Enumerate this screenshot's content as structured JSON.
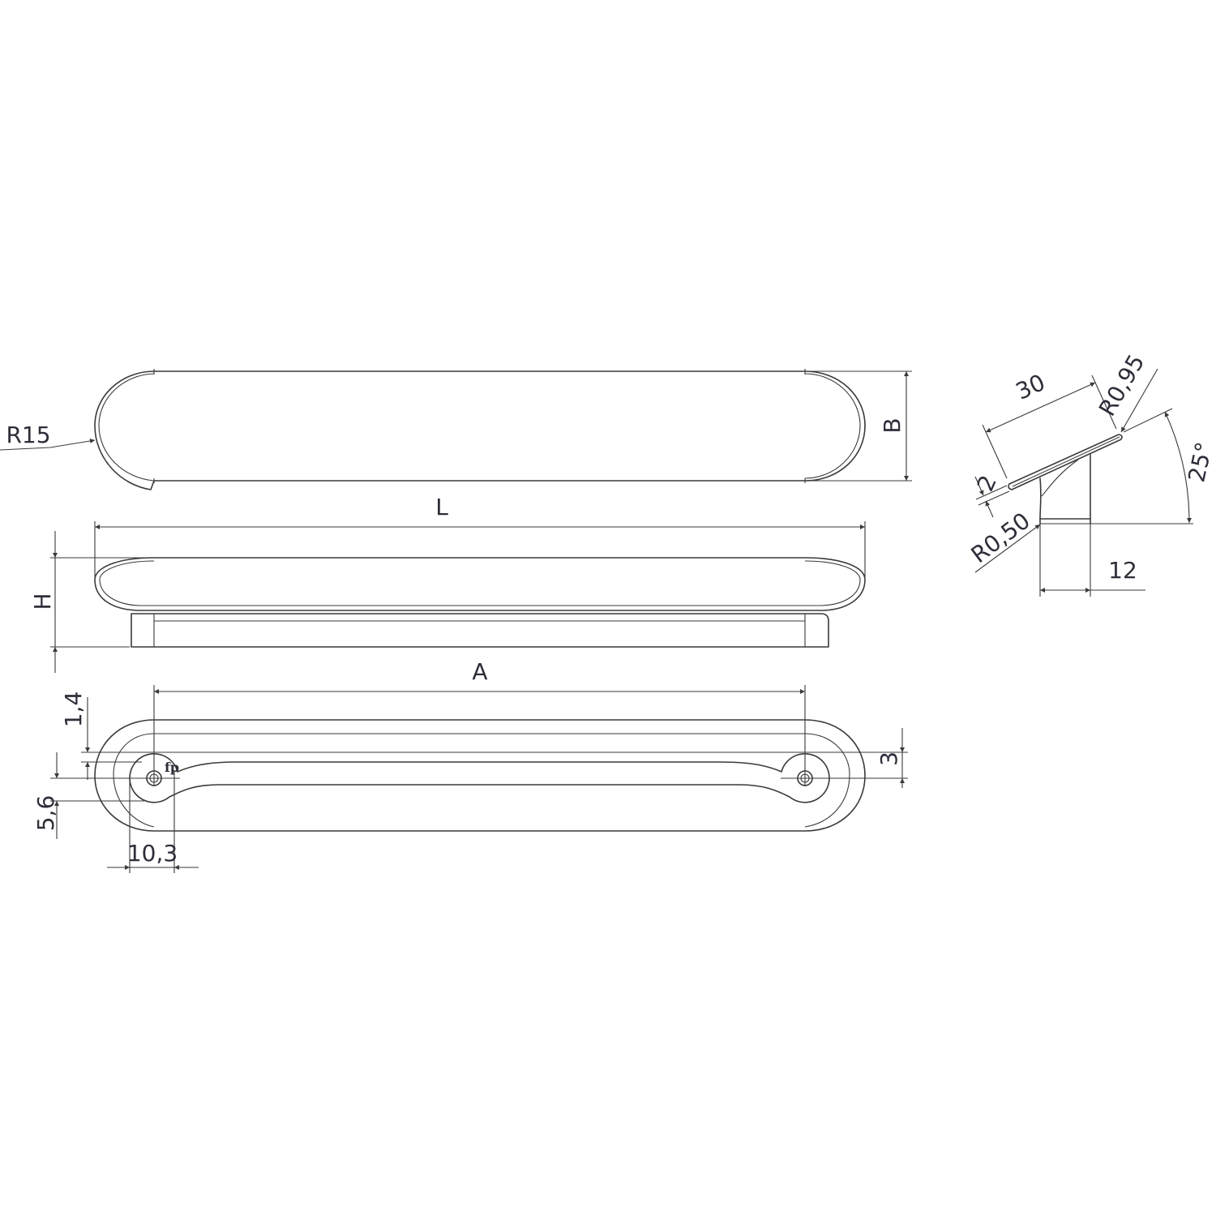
{
  "labels": {
    "r15": "R15",
    "b": "B",
    "l": "L",
    "h": "H",
    "a": "A",
    "d1_4": "1,4",
    "d3": "3",
    "d5_6": "5,6",
    "d10_3": "10,3",
    "d30": "30",
    "r0_95": "R0,95",
    "a25": "25°",
    "d2": "2",
    "r0_50": "R0,50",
    "d12": "12"
  },
  "logo": "fp",
  "colors": {
    "line": "#3a3a3a",
    "text": "#2e2e3a",
    "background": "#ffffff"
  }
}
